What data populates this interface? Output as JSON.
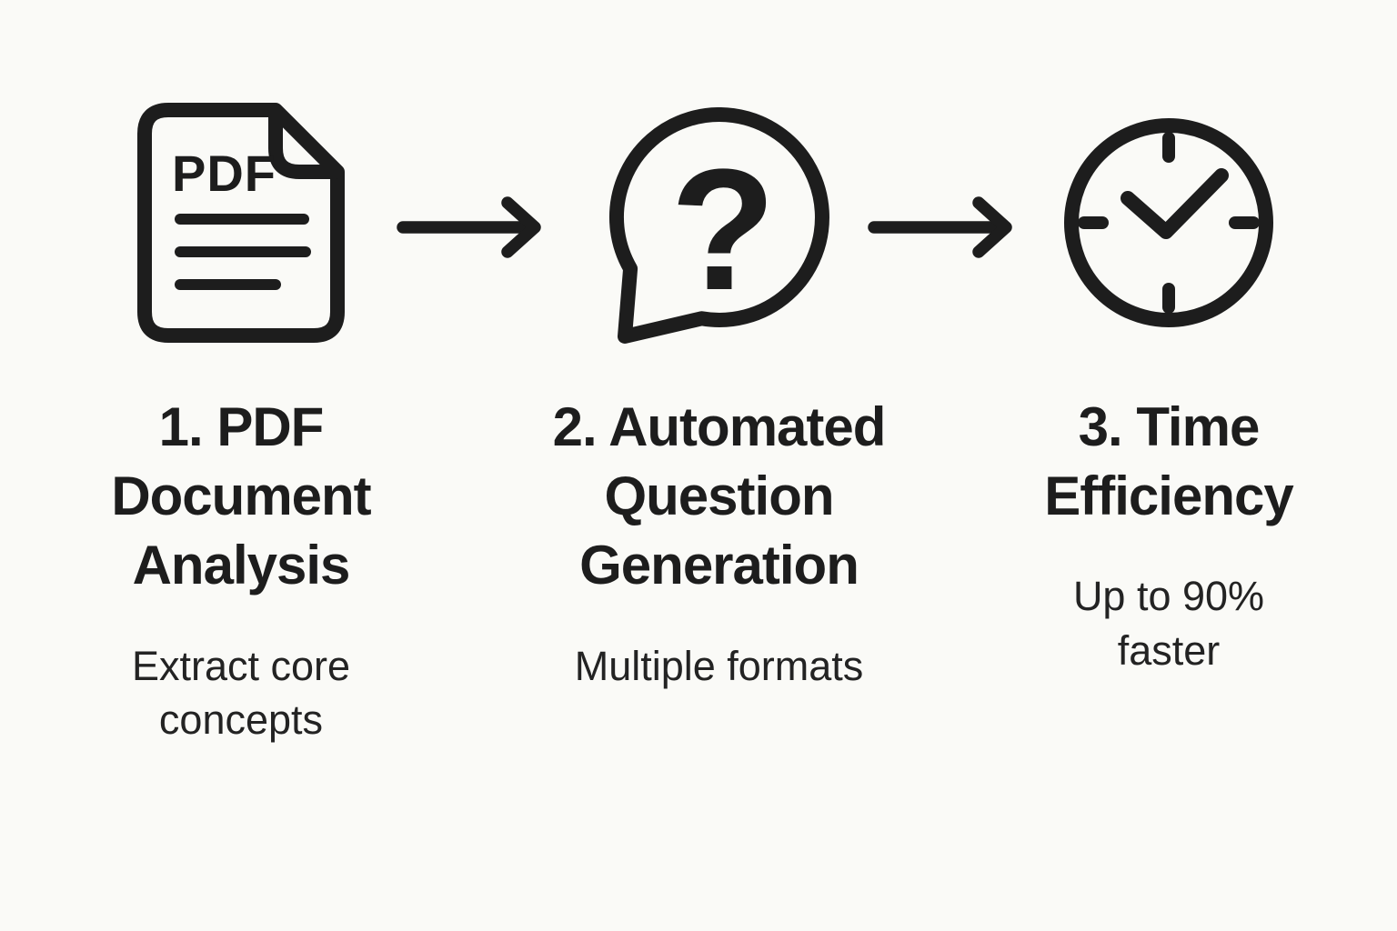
{
  "canvas": {
    "background_color": "#fafaf7",
    "ink_color": "#1d1d1d",
    "subtitle_color": "#232323"
  },
  "icons": {
    "pdf_document": "pdf-document-icon",
    "question_bubble": "question-bubble-icon",
    "clock": "clock-icon",
    "arrow": "arrow-right-icon"
  },
  "steps": [
    {
      "id": "pdf-document-analysis",
      "icon": "pdf-document-icon",
      "icon_label": "PDF",
      "title": "1. PDF\nDocument\nAnalysis",
      "subtitle": "Extract core\nconcepts"
    },
    {
      "id": "automated-question-generation",
      "icon": "question-bubble-icon",
      "icon_glyph": "?",
      "title": "2. Automated\nQuestion\nGeneration",
      "subtitle": "Multiple formats"
    },
    {
      "id": "time-efficiency",
      "icon": "clock-icon",
      "title": "3. Time\nEfficiency",
      "subtitle": "Up to 90%\nfaster"
    }
  ]
}
